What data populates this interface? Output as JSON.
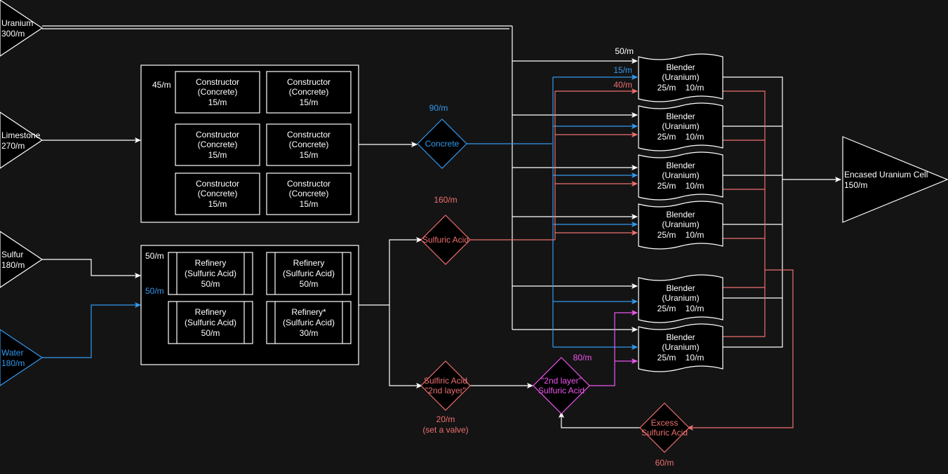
{
  "colors": {
    "background": "#141414",
    "white": "#ffffff",
    "concrete_blue": "#3399ee",
    "sulfuric_red": "#ee6f6f",
    "second_layer_magenta": "#ee55ee"
  },
  "inputs": [
    {
      "name": "Uranium",
      "rate": "300/m",
      "color": "white"
    },
    {
      "name": "Limestone",
      "rate": "270/m",
      "color": "white"
    },
    {
      "name": "Sulfur",
      "rate": "180/m",
      "color": "white"
    },
    {
      "name": "Water",
      "rate": "180/m",
      "color": "blue"
    }
  ],
  "constructor_group": {
    "input_label": "45/m",
    "machines": [
      {
        "name": "Constructor",
        "recipe": "(Concrete)",
        "rate": "15/m"
      },
      {
        "name": "Constructor",
        "recipe": "(Concrete)",
        "rate": "15/m"
      },
      {
        "name": "Constructor",
        "recipe": "(Concrete)",
        "rate": "15/m"
      },
      {
        "name": "Constructor",
        "recipe": "(Concrete)",
        "rate": "15/m"
      },
      {
        "name": "Constructor",
        "recipe": "(Concrete)",
        "rate": "15/m"
      },
      {
        "name": "Constructor",
        "recipe": "(Concrete)",
        "rate": "15/m"
      }
    ]
  },
  "refinery_group": {
    "sulfur_label": "50/m",
    "water_label": "50/m",
    "machines": [
      {
        "name": "Refinery",
        "recipe": "(Sulfuric Acid)",
        "rate": "50/m"
      },
      {
        "name": "Refinery",
        "recipe": "(Sulfuric Acid)",
        "rate": "50/m"
      },
      {
        "name": "Refinery",
        "recipe": "(Sulfuric Acid)",
        "rate": "50/m"
      },
      {
        "name": "Refinery*",
        "recipe": "(Sulfuric Acid)",
        "rate": "30/m"
      }
    ]
  },
  "nodes": {
    "concrete": {
      "label": "Concrete",
      "rate": "90/m"
    },
    "sulfuric_acid": {
      "label": "Sulfuric Acid",
      "rate": "160/m"
    },
    "sulfuric_2nd": {
      "line1": "Sulfiric Acid",
      "line2": "\"2nd layer\"",
      "rate": "20/m",
      "note": "(set a valve)"
    },
    "second_layer": {
      "line1": "\"2nd layer\"",
      "line2": "Sulfuric Acid",
      "rate": "80/m"
    },
    "excess": {
      "line1": "Excess",
      "line2": "Sulfuric Acid",
      "rate": "60/m"
    }
  },
  "blender_inputs": {
    "uranium": "50/m",
    "concrete": "15/m",
    "acid": "40/m"
  },
  "blenders": [
    {
      "name": "Blender",
      "recipe": "(Uranium)",
      "out1": "25/m",
      "out2": "10/m"
    },
    {
      "name": "Blender",
      "recipe": "(Uranium)",
      "out1": "25/m",
      "out2": "10/m"
    },
    {
      "name": "Blender",
      "recipe": "(Uranium)",
      "out1": "25/m",
      "out2": "10/m"
    },
    {
      "name": "Blender",
      "recipe": "(Uranium)",
      "out1": "25/m",
      "out2": "10/m"
    },
    {
      "name": "Blender",
      "recipe": "(Uranium)",
      "out1": "25/m",
      "out2": "10/m"
    },
    {
      "name": "Blender",
      "recipe": "(Uranium)",
      "out1": "25/m",
      "out2": "10/m"
    }
  ],
  "output": {
    "name": "Encased Uranium Cell",
    "rate": "150/m"
  }
}
